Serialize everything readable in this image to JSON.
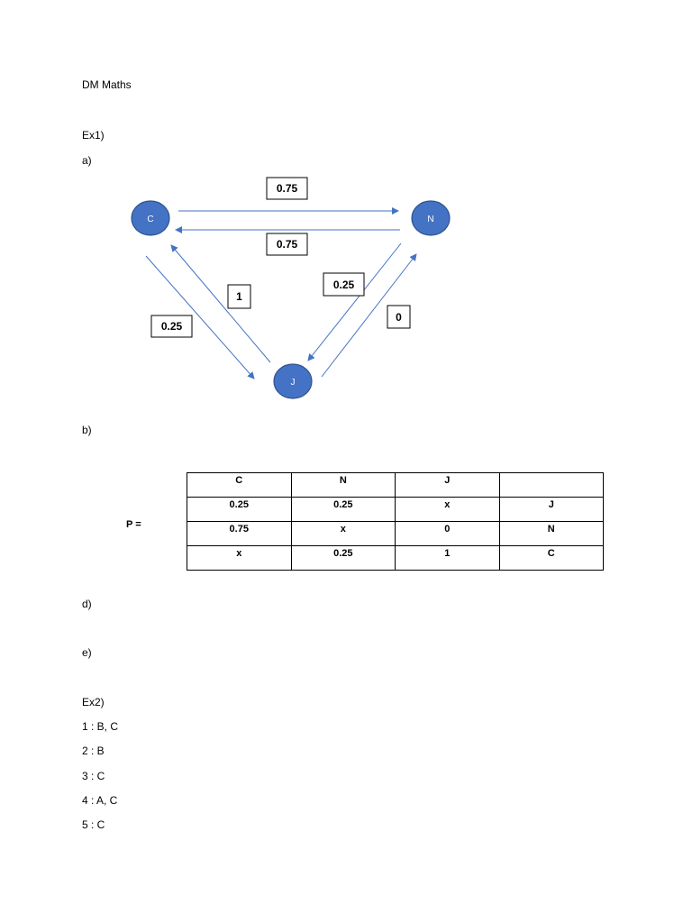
{
  "header": {
    "title": "DM Maths"
  },
  "ex1": {
    "heading": "Ex1)",
    "part_a": "a)",
    "part_b": "b)",
    "part_d": "d)",
    "part_e": "e)"
  },
  "graph": {
    "node_color": "#4472c4",
    "edge_color": "#4472c4",
    "nodes": [
      {
        "id": "C",
        "label": "C"
      },
      {
        "id": "N",
        "label": "N"
      },
      {
        "id": "J",
        "label": "J"
      }
    ],
    "edges": [
      {
        "from": "C",
        "to": "N",
        "label": "0.75"
      },
      {
        "from": "N",
        "to": "C",
        "label": "0.75"
      },
      {
        "from": "J",
        "to": "C",
        "label": "1"
      },
      {
        "from": "C",
        "to": "J",
        "label": "0.25"
      },
      {
        "from": "N",
        "to": "J",
        "label": "0.25"
      },
      {
        "from": "J",
        "to": "N",
        "label": "0"
      }
    ]
  },
  "matrix": {
    "label": "P =",
    "rows": [
      [
        "C",
        "N",
        "J",
        ""
      ],
      [
        "0.25",
        "0.25",
        "x",
        "J"
      ],
      [
        "0.75",
        "x",
        "0",
        "N"
      ],
      [
        "x",
        "0.25",
        "1",
        "C"
      ]
    ]
  },
  "ex2": {
    "heading": "Ex2)",
    "answers": [
      "1 : B, C",
      "2 : B",
      "3 : C",
      "4 : A, C",
      "5 : C"
    ]
  }
}
